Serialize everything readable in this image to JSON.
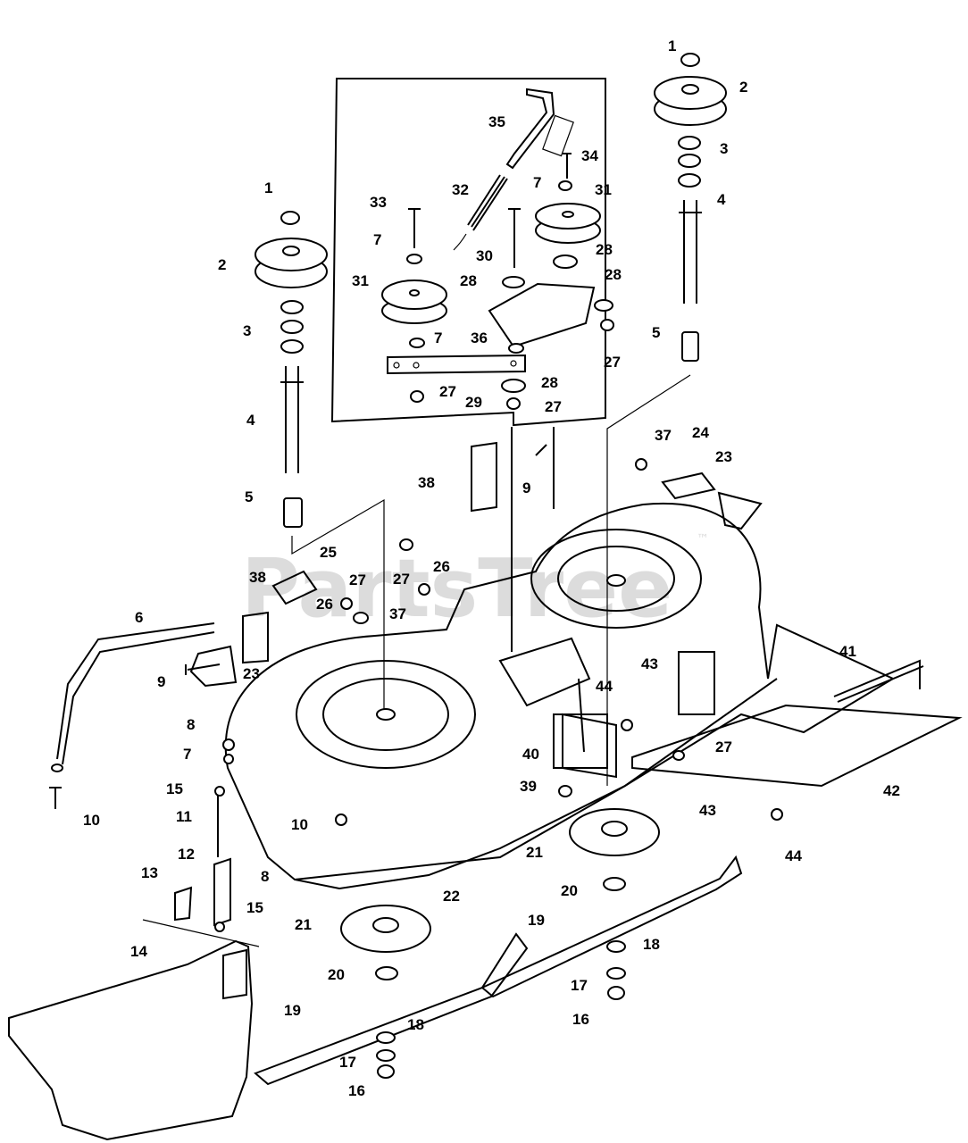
{
  "watermark": {
    "text": "PartsTree",
    "trademark": "™"
  },
  "callouts": [
    {
      "id": "c1a",
      "text": "1"
    },
    {
      "id": "c2a",
      "text": "2"
    },
    {
      "id": "c3a",
      "text": "3"
    },
    {
      "id": "c4a",
      "text": "4"
    },
    {
      "id": "c5a",
      "text": "5"
    },
    {
      "id": "c1b",
      "text": "1"
    },
    {
      "id": "c2b",
      "text": "2"
    },
    {
      "id": "c3b",
      "text": "3"
    },
    {
      "id": "c4b",
      "text": "4"
    },
    {
      "id": "c5b",
      "text": "5"
    },
    {
      "id": "c35",
      "text": "35"
    },
    {
      "id": "c34",
      "text": "34"
    },
    {
      "id": "c7a",
      "text": "7"
    },
    {
      "id": "c31a",
      "text": "31"
    },
    {
      "id": "c32",
      "text": "32"
    },
    {
      "id": "c33",
      "text": "33"
    },
    {
      "id": "c7b",
      "text": "7"
    },
    {
      "id": "c30",
      "text": "30"
    },
    {
      "id": "c28a",
      "text": "28"
    },
    {
      "id": "c28b",
      "text": "28"
    },
    {
      "id": "c31b",
      "text": "31"
    },
    {
      "id": "c28c",
      "text": "28"
    },
    {
      "id": "c36",
      "text": "36"
    },
    {
      "id": "c7c",
      "text": "7"
    },
    {
      "id": "c27a",
      "text": "27"
    },
    {
      "id": "c27b",
      "text": "27"
    },
    {
      "id": "c29",
      "text": "29"
    },
    {
      "id": "c28d",
      "text": "28"
    },
    {
      "id": "c27c",
      "text": "27"
    },
    {
      "id": "c37a",
      "text": "37"
    },
    {
      "id": "c24",
      "text": "24"
    },
    {
      "id": "c23a",
      "text": "23"
    },
    {
      "id": "c38a",
      "text": "38"
    },
    {
      "id": "c9a",
      "text": "9"
    },
    {
      "id": "c25",
      "text": "25"
    },
    {
      "id": "c27d",
      "text": "27"
    },
    {
      "id": "c26a",
      "text": "26"
    },
    {
      "id": "c38b",
      "text": "38"
    },
    {
      "id": "c27e",
      "text": "27"
    },
    {
      "id": "c26b",
      "text": "26"
    },
    {
      "id": "c37b",
      "text": "37"
    },
    {
      "id": "c6",
      "text": "6"
    },
    {
      "id": "c9b",
      "text": "9"
    },
    {
      "id": "c23b",
      "text": "23"
    },
    {
      "id": "c41",
      "text": "41"
    },
    {
      "id": "c43a",
      "text": "43"
    },
    {
      "id": "c44a",
      "text": "44"
    },
    {
      "id": "c8a",
      "text": "8"
    },
    {
      "id": "c7d",
      "text": "7"
    },
    {
      "id": "c40",
      "text": "40"
    },
    {
      "id": "c27f",
      "text": "27"
    },
    {
      "id": "c42",
      "text": "42"
    },
    {
      "id": "c10a",
      "text": "10"
    },
    {
      "id": "c15a",
      "text": "15"
    },
    {
      "id": "c39",
      "text": "39"
    },
    {
      "id": "c11",
      "text": "11"
    },
    {
      "id": "c10b",
      "text": "10"
    },
    {
      "id": "c43b",
      "text": "43"
    },
    {
      "id": "c21a",
      "text": "21"
    },
    {
      "id": "c44b",
      "text": "44"
    },
    {
      "id": "c12",
      "text": "12"
    },
    {
      "id": "c8b",
      "text": "8"
    },
    {
      "id": "c13",
      "text": "13"
    },
    {
      "id": "c22",
      "text": "22"
    },
    {
      "id": "c20a",
      "text": "20"
    },
    {
      "id": "c15b",
      "text": "15"
    },
    {
      "id": "c19a",
      "text": "19"
    },
    {
      "id": "c21b",
      "text": "21"
    },
    {
      "id": "c18a",
      "text": "18"
    },
    {
      "id": "c14",
      "text": "14"
    },
    {
      "id": "c20b",
      "text": "20"
    },
    {
      "id": "c17a",
      "text": "17"
    },
    {
      "id": "c16a",
      "text": "16"
    },
    {
      "id": "c19b",
      "text": "19"
    },
    {
      "id": "c18b",
      "text": "18"
    },
    {
      "id": "c17b",
      "text": "17"
    },
    {
      "id": "c16b",
      "text": "16"
    }
  ]
}
